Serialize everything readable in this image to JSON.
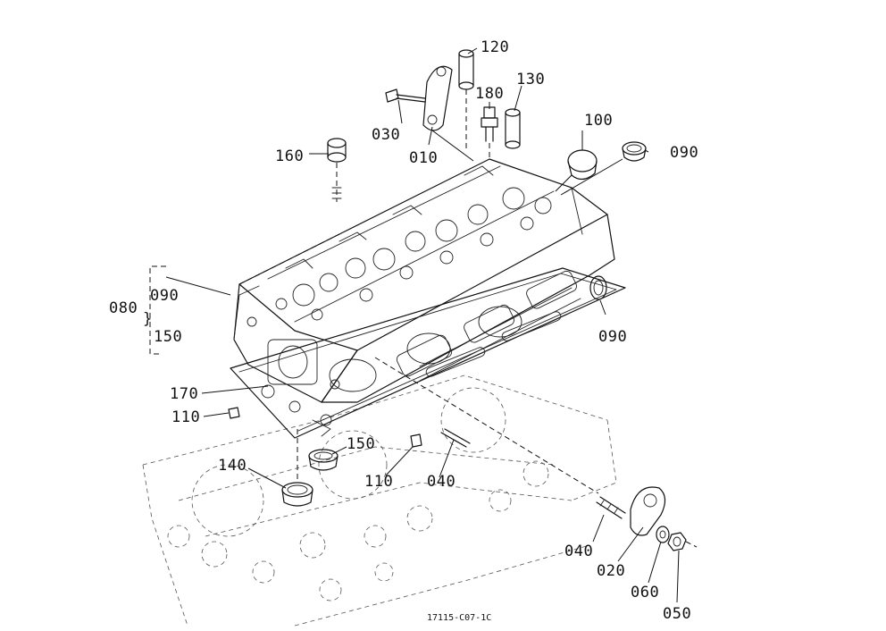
{
  "parts": {
    "p010": "010",
    "p020": "020",
    "p030": "030",
    "p040a": "040",
    "p040b": "040",
    "p050": "050",
    "p060": "060",
    "p080": "080",
    "p090a": "090",
    "p090b": "090",
    "p090c": "090",
    "p100": "100",
    "p110a": "110",
    "p110b": "110",
    "p120": "120",
    "p130": "130",
    "p140": "140",
    "p150a": "150",
    "p150b": "150",
    "p160": "160",
    "p170": "170",
    "p180": "180"
  },
  "figure_code": "17115-C07-1C"
}
